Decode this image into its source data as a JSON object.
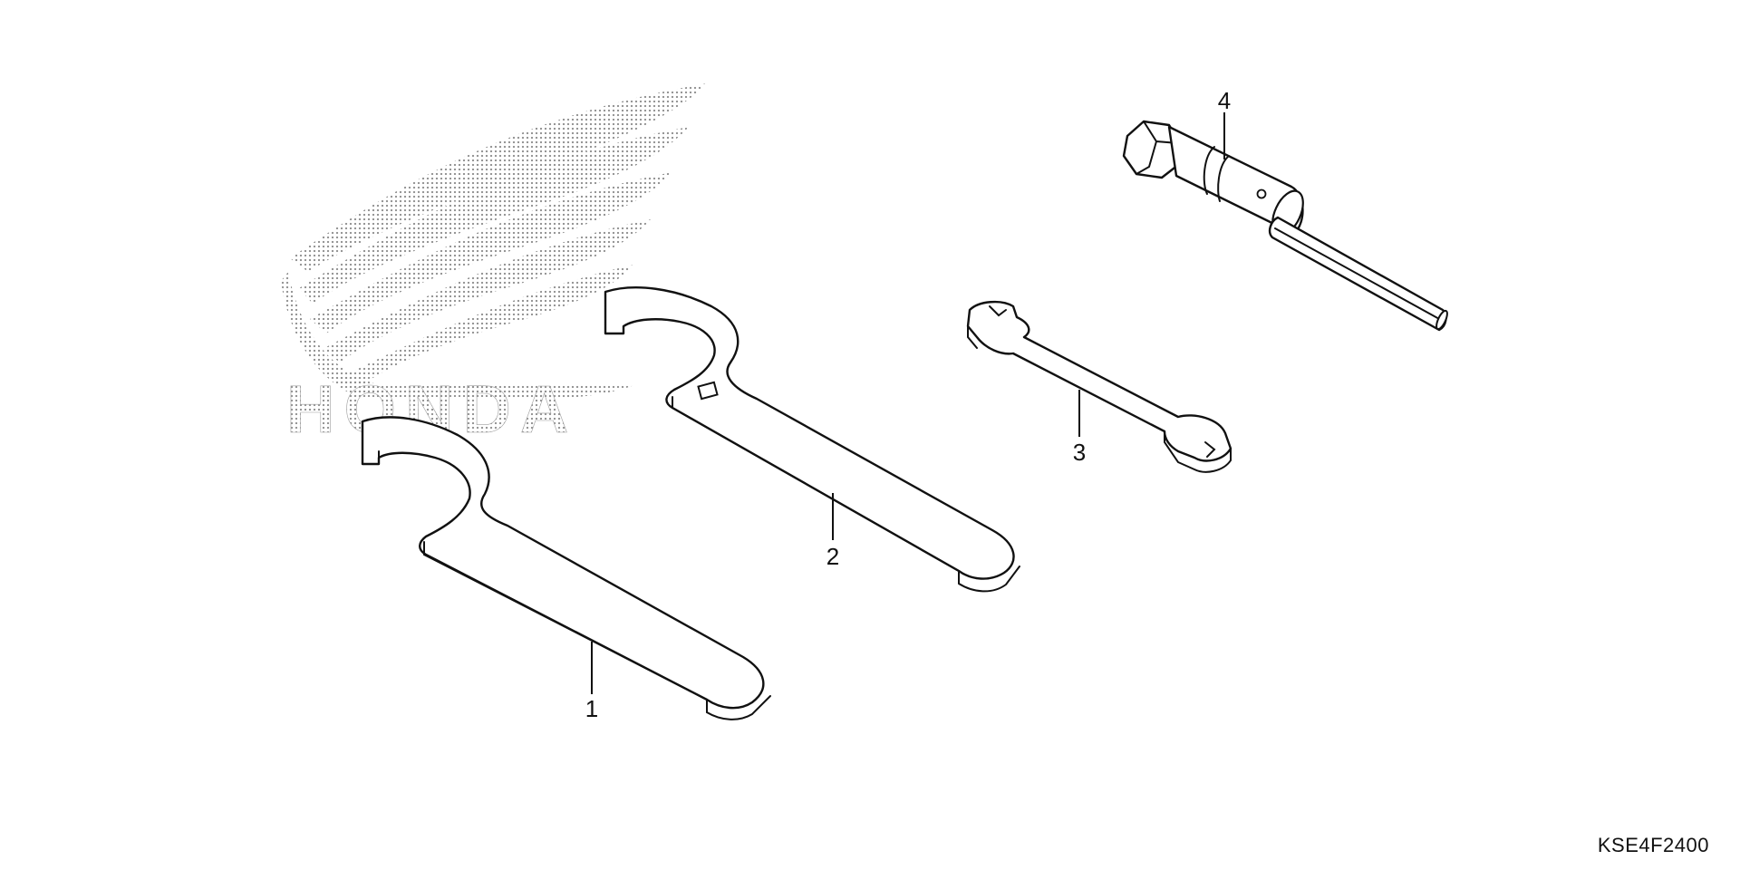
{
  "watermark": {
    "text": "HONDA",
    "color": "#9a9a9a"
  },
  "parts": [
    {
      "number": "1"
    },
    {
      "number": "2"
    },
    {
      "number": "3"
    },
    {
      "number": "4"
    }
  ],
  "diagram_code": "KSE4F2400",
  "colors": {
    "line": "#111111",
    "background": "#ffffff"
  }
}
